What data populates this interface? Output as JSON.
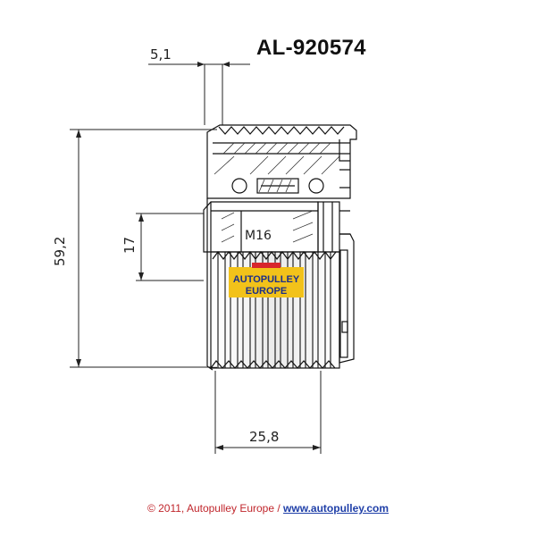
{
  "drawing": {
    "part_number": "AL-920574",
    "dimensions": {
      "top_width": "5,1",
      "overall_height": "59,2",
      "inner_height": "17",
      "bottom_width": "25,8",
      "thread": "M16"
    },
    "logo": {
      "line1": "AUTOPULLEY",
      "line2": "EUROPE"
    }
  },
  "footer": {
    "copyright": "© 2011, Autopulley Europe",
    "separator": " / ",
    "link": "www.autopulley.com"
  },
  "colors": {
    "logo_bg": "#f2c21a",
    "logo_text": "#1b2f8a",
    "footer_red": "#c0262c",
    "footer_link": "#1f3fa8"
  }
}
